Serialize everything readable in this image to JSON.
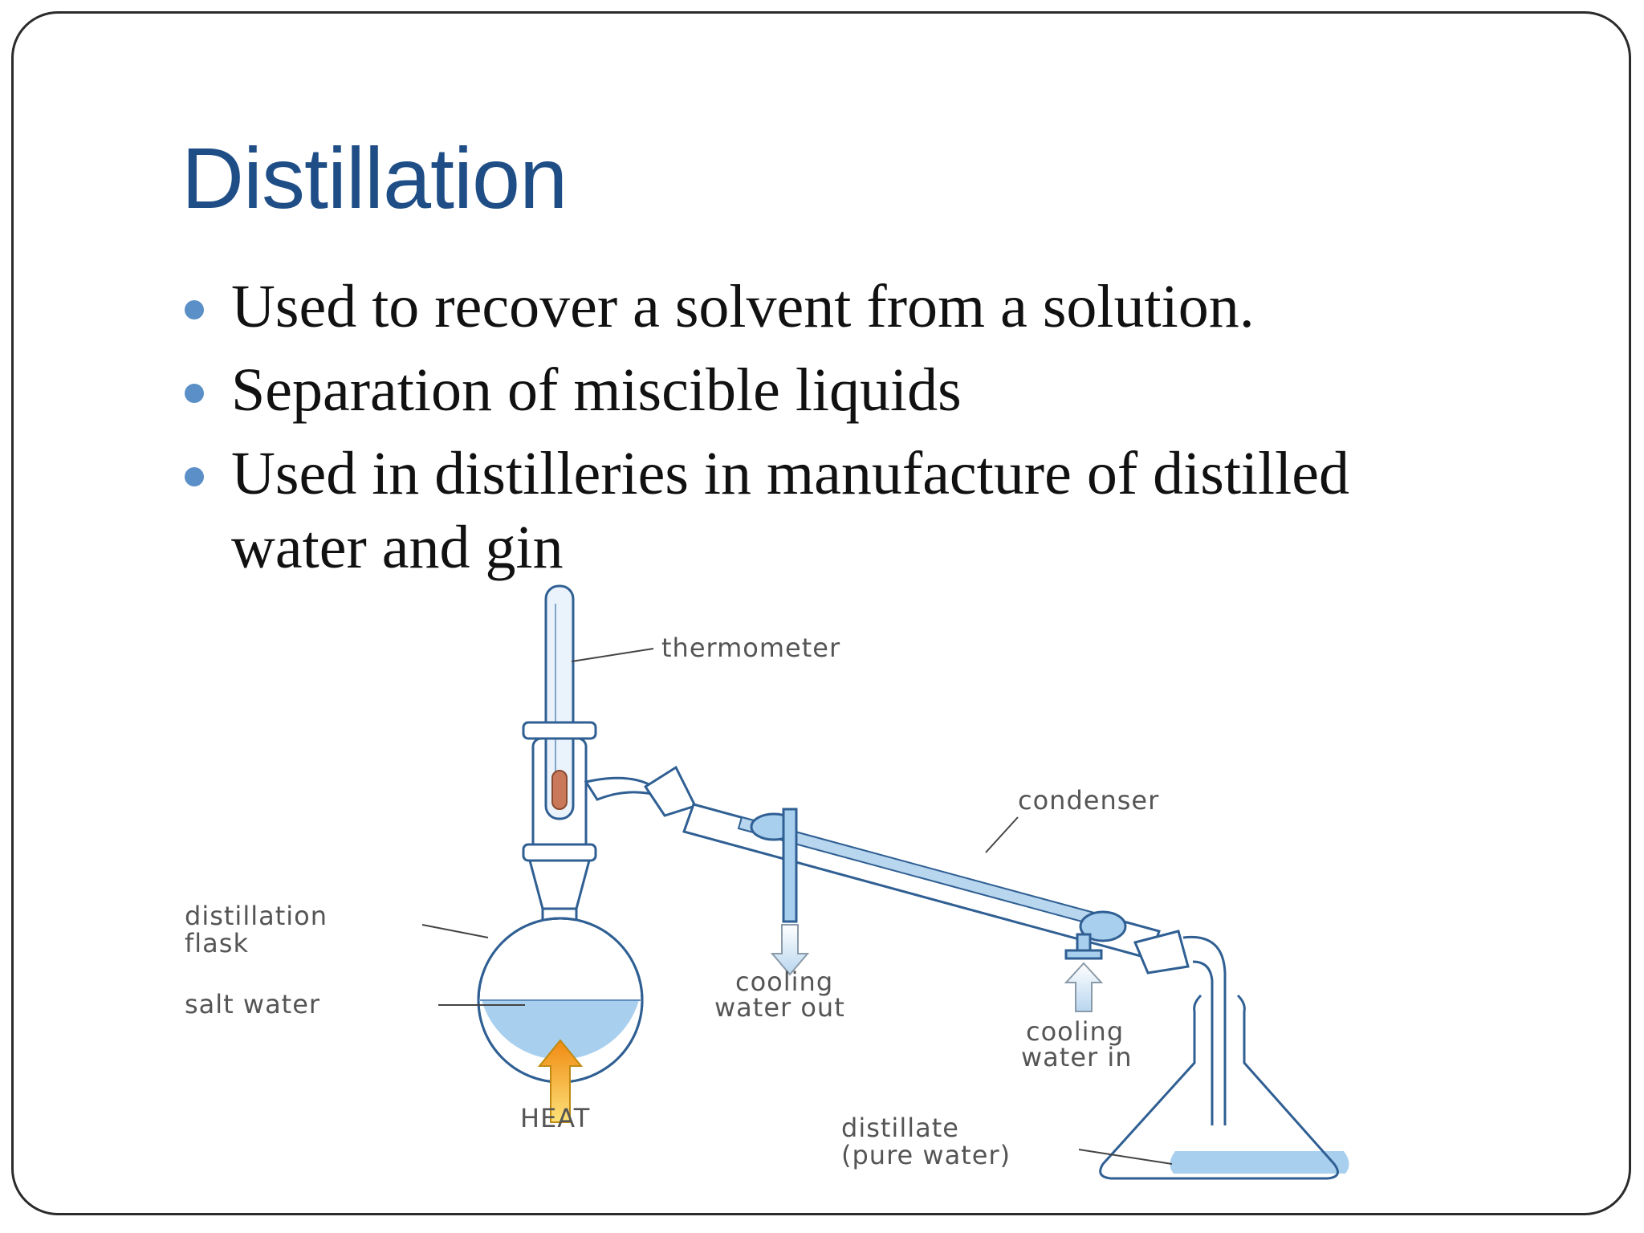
{
  "slide": {
    "title": "Distillation",
    "bullets": [
      "Used to recover a solvent from a solution.",
      "Separation of miscible liquids",
      "Used in distilleries in manufacture of distilled water and gin"
    ]
  },
  "diagram": {
    "labels": {
      "thermometer": "thermometer",
      "condenser": "condenser",
      "distillation_flask_line1": "distillation",
      "distillation_flask_line2": "flask",
      "salt_water": "salt water",
      "cooling_out_line1": "cooling",
      "cooling_out_line2": "water out",
      "cooling_in_line1": "cooling",
      "cooling_in_line2": "water in",
      "heat": "HEAT",
      "distillate_line1": "distillate",
      "distillate_line2": "(pure water)"
    },
    "colors": {
      "glass": "#2f5f93",
      "water": "#a9cfee",
      "water_dark": "#7fb3e0",
      "heat": "#f2b521",
      "bulb": "#c9785a"
    }
  }
}
